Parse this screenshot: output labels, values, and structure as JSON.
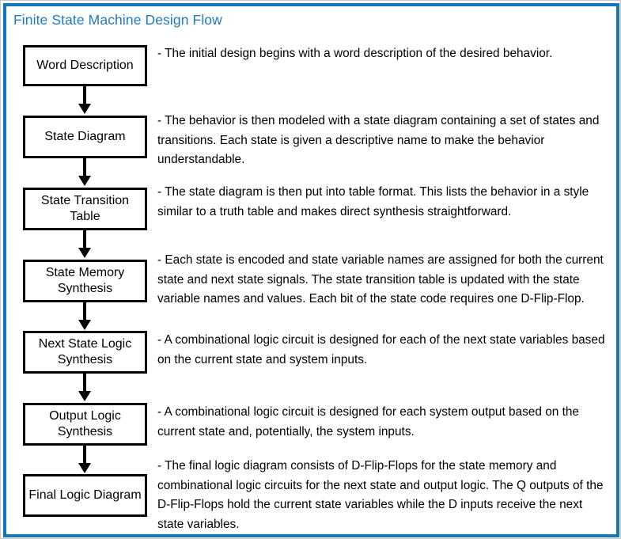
{
  "slide": {
    "title": "Finite State Machine Design Flow",
    "title_color": "#1f7ac0",
    "border_color": "#1277bd",
    "background": "#ffffff"
  },
  "flow": {
    "steps": [
      {
        "id": "word-description",
        "label": "Word Description",
        "description": "- The initial design begins with a word description of the desired behavior."
      },
      {
        "id": "state-diagram",
        "label": "State\nDiagram",
        "description": "- The behavior is then modeled with a state diagram containing a set of states and transitions.  Each state is given a descriptive name to make the behavior understandable."
      },
      {
        "id": "state-transition-table",
        "label": "State Transition\nTable",
        "description": "- The state diagram is then put into table format.  This lists the behavior in a style similar to a truth table and makes direct synthesis straightforward."
      },
      {
        "id": "state-memory-synthesis",
        "label": "State Memory\nSynthesis",
        "description": "- Each state is encoded and state variable names are assigned for both the current state and next state signals.  The state transition table is updated with the state variable names and values.  Each bit of the state code requires one D-Flip-Flop."
      },
      {
        "id": "next-state-logic-synthesis",
        "label": "Next State Logic\nSynthesis",
        "description": "- A combinational logic circuit is designed for each of the next state variables based on the current state and system inputs."
      },
      {
        "id": "output-logic-synthesis",
        "label": "Output Logic\nSynthesis",
        "description": "- A combinational logic circuit is designed for each system output based on the current state and, potentially, the system inputs."
      },
      {
        "id": "final-logic-diagram",
        "label": "Final Logic\nDiagram",
        "description": "- The final logic diagram consists of D-Flip-Flops for the state memory and combinational logic circuits for the next state and output logic.  The Q outputs of the D-Flip-Flops hold the current state variables while the D inputs receive the next state variables."
      }
    ],
    "arrow_count": 6
  }
}
